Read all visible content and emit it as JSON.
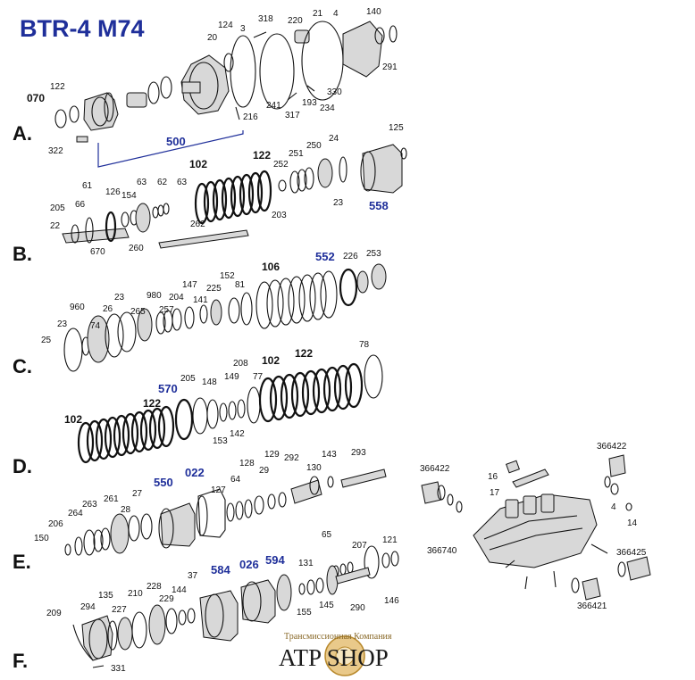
{
  "title": "BTR-4 M74",
  "rows": [
    "A.",
    "B.",
    "C.",
    "D.",
    "E.",
    "F."
  ],
  "logo": {
    "top_text": "Трансмиссионная Компания",
    "main_text": "ATP SHOP"
  },
  "callouts": {
    "a_070": "070",
    "a_122": "122",
    "a_322": "322",
    "a_500": "500",
    "a_124": "124",
    "a_20": "20",
    "a_3": "3",
    "a_318": "318",
    "a_220": "220",
    "a_21": "21",
    "a_4": "4",
    "a_140": "140",
    "a_291": "291",
    "a_330": "330",
    "a_216": "216",
    "a_241": "241",
    "a_317": "317",
    "a_193": "193",
    "a_234": "234",
    "b_205": "205",
    "b_22": "22",
    "b_66": "66",
    "b_61": "61",
    "b_126": "126",
    "b_154": "154",
    "b_670": "670",
    "b_260": "260",
    "b_63a": "63",
    "b_62": "62",
    "b_63b": "63",
    "b_262": "262",
    "b_102": "102",
    "b_122": "122",
    "b_252": "252",
    "b_203": "203",
    "b_251": "251",
    "b_250": "250",
    "b_24": "24",
    "b_23": "23",
    "b_558": "558",
    "b_125": "125",
    "c_25": "25",
    "c_23a": "23",
    "c_960": "960",
    "c_74": "74",
    "c_26": "26",
    "c_23b": "23",
    "c_265": "265",
    "c_980": "980",
    "c_257": "257",
    "c_204": "204",
    "c_147": "147",
    "c_141": "141",
    "c_225": "225",
    "c_152": "152",
    "c_81": "81",
    "c_106": "106",
    "c_552": "552",
    "c_226": "226",
    "c_253": "253",
    "d_102a": "102",
    "d_122a": "122",
    "d_570": "570",
    "d_205": "205",
    "d_153": "153",
    "d_148": "148",
    "d_142": "142",
    "d_149": "149",
    "d_208": "208",
    "d_77": "77",
    "d_102b": "102",
    "d_122b": "122",
    "d_78": "78",
    "e_150": "150",
    "e_206": "206",
    "e_264": "264",
    "e_263": "263",
    "e_261": "261",
    "e_27": "27",
    "e_28": "28",
    "e_550": "550",
    "e_022": "022",
    "e_127": "127",
    "e_64": "64",
    "e_128": "128",
    "e_29": "29",
    "e_129": "129",
    "e_292": "292",
    "e_130": "130",
    "e_143": "143",
    "e_293": "293",
    "e_65": "65",
    "e_207": "207",
    "e_121": "121",
    "f_209": "209",
    "f_294": "294",
    "f_135": "135",
    "f_227": "227",
    "f_210": "210",
    "f_228": "228",
    "f_229": "229",
    "f_144": "144",
    "f_37": "37",
    "f_584": "584",
    "f_026": "026",
    "f_594": "594",
    "f_131": "131",
    "f_155": "155",
    "f_145": "145",
    "f_290": "290",
    "f_146": "146",
    "f_331": "331",
    "v_366422a": "366422",
    "v_16": "16",
    "v_17": "17",
    "v_366422b": "366422",
    "v_4": "4",
    "v_14": "14",
    "v_366740": "366740",
    "v_366425": "366425",
    "v_366421": "366421"
  }
}
